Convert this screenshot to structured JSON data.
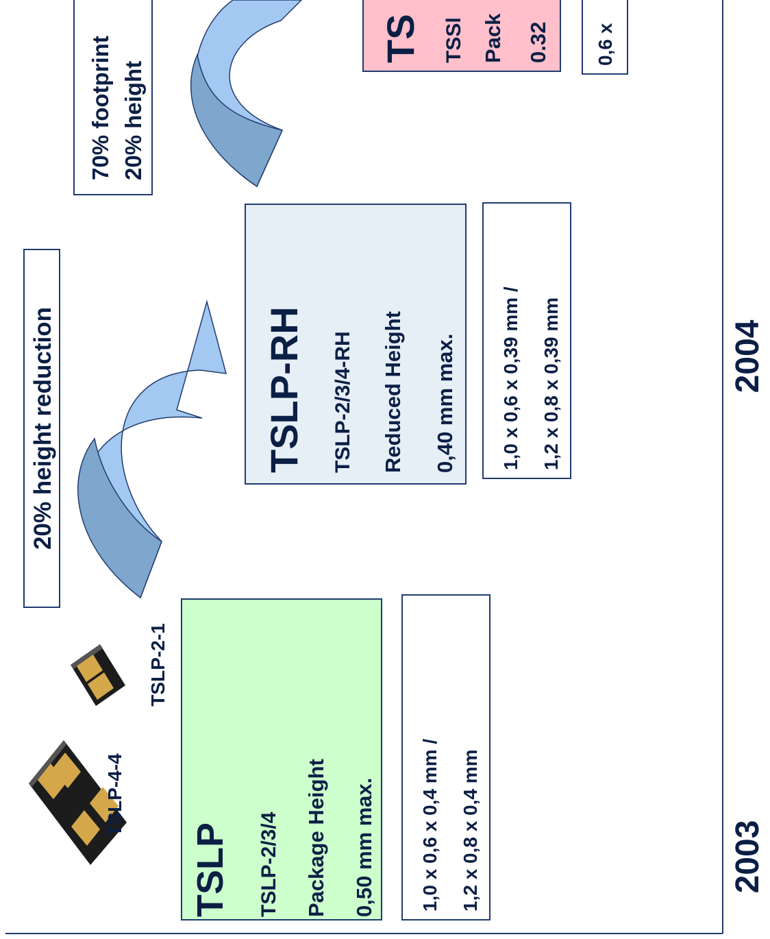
{
  "colors": {
    "text": "#0b1f45",
    "tslp_box_fill": "#ccffcc",
    "tslp_rh_box_fill": "#e6eef6",
    "tssl_box_fill": "#ffc0cb",
    "arrow_fill": "#a3c8f2",
    "arrow_shade": "#7fa6cc",
    "outline": "#1f3b6e"
  },
  "icons": {
    "package_4pin": "tslp-4-4-package-icon",
    "package_2pin": "tslp-2-1-package-icon"
  },
  "timeline": {
    "year_2003": "2003",
    "year_2004": "2004"
  },
  "annotations": {
    "reduction_1": "20% height reduction",
    "reduction_2_line1": "70% footprint",
    "reduction_2_line2": "20% height"
  },
  "packages": {
    "tslp_4_4_label": "TSLP-4-4",
    "tslp_2_1_label": "TSLP-2-1"
  },
  "tslp": {
    "title": "TSLP",
    "variants": "TSLP-2/3/4",
    "height_label": "Package Height",
    "height_value": "0,50 mm max.",
    "size_line1": "1,0 x 0,6 x 0,4 mm  /",
    "size_line2": "1,2 x 0,8 x 0,4 mm"
  },
  "tslp_rh": {
    "title": "TSLP-RH",
    "variants": "TSLP-2/3/4-RH",
    "height_label": "Reduced Height",
    "height_value": "0,40 mm max.",
    "size_line1": "1,0 x 0,6 x 0,39 mm  /",
    "size_line2": "1,2 x 0,8 x 0,39 mm"
  },
  "tssl": {
    "title": "TS",
    "variants": "TSSl",
    "height_label": "Pack",
    "height_value": "0.32",
    "size_line1": "0,6 x"
  }
}
